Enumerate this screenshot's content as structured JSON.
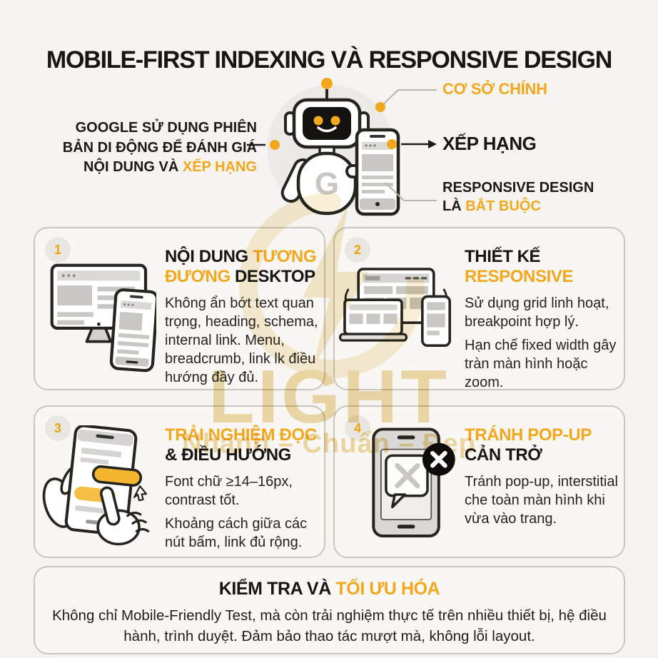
{
  "title": "MOBILE-FIRST INDEXING VÀ RESPONSIVE DESIGN",
  "colors": {
    "accent": "#F2A71D",
    "ink": "#171614",
    "background": "#F5F4F1",
    "card_background": "#F8F7F4",
    "card_border": "#C9C6C0"
  },
  "hero": {
    "left_note_line1": "GOOGLE SỬ DỤNG PHIÊN",
    "left_note_line2": "BẢN DI ĐỘNG ĐỂ ĐÁNH GIÁ",
    "left_note_line3_prefix": "NỘI DUNG VÀ ",
    "left_note_line3_accent": "XẾP HẠNG",
    "robot_logo": "G",
    "callout_top": "CƠ SỞ CHÍNH",
    "callout_mid": "XẾP HẠNG",
    "callout_bottom_line1": "RESPONSIVE DESIGN",
    "callout_bottom_prefix": "LÀ ",
    "callout_bottom_accent": "BẮT BUỘC"
  },
  "icons": {
    "hero": "google-robot-holding-phone",
    "card1": "desktop-monitor-and-phone",
    "card2": "monitor-laptop-phone-sync-arrows",
    "card3": "hands-tapping-phone-buttons",
    "card4": "phone-popup-blocked"
  },
  "cards": [
    {
      "number": "1",
      "title_pre": "NỘI DUNG ",
      "title_accent": "TƯƠNG ĐƯƠNG",
      "title_post": " DESKTOP",
      "body1": "Không ẩn bớt text quan trọng, heading, schema, internal link. Menu, breadcrumb, link lk điều hướng đầy đủ.",
      "body2": ""
    },
    {
      "number": "2",
      "title_pre": "THIẾT KẾ ",
      "title_accent": "RESPONSIVE",
      "title_post": "",
      "body1": "Sử dụng grid linh hoạt, breakpoint hợp lý.",
      "body2": "Hạn chế fixed width gây tràn màn hình hoặc zoom."
    },
    {
      "number": "3",
      "title_pre": "",
      "title_accent": "TRẢI NGHIỆM ĐỌC",
      "title_post": " & ĐIỀU HƯỚNG",
      "body1": "Font chữ ≥14–16px, contrast tốt.",
      "body2": "Khoảng cách giữa các nút bấm, link đủ rộng."
    },
    {
      "number": "4",
      "title_pre": "",
      "title_accent": "TRÁNH POP-UP",
      "title_post": " CẢN TRỞ",
      "body1": "Tránh pop-up, interstitial che toàn màn hình khi vừa vào trang.",
      "body2": ""
    }
  ],
  "footer": {
    "title_pre": "KIỂM TRA VÀ ",
    "title_accent": "TỐI ƯU HÓA",
    "body": "Không chỉ Mobile-Friendly Test, mà còn trải nghiệm thực tế trên nhiều thiết bị, hệ điều hành, trình duyệt. Đảm bảo thao tác mượt mà, không lỗi layout."
  },
  "watermark": {
    "text": "LIGHT",
    "subtext": "Nhanh – Chuẩn – Đẹp"
  }
}
